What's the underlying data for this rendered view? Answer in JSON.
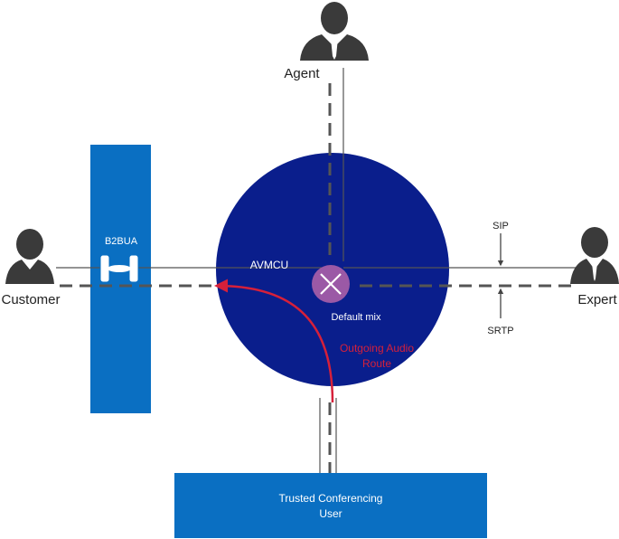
{
  "diagram": {
    "nodes": {
      "agent": {
        "label": "Agent"
      },
      "customer": {
        "label": "Customer"
      },
      "expert": {
        "label": "Expert"
      },
      "b2bua": {
        "label": "B2BUA"
      },
      "avmcu": {
        "label": "AVMCU"
      },
      "mix": {
        "label": "Default mix"
      },
      "tcu": {
        "line1": "Trusted Conferencing",
        "line2": "User"
      }
    },
    "annotations": {
      "sip": "SIP",
      "srtp": "SRTP",
      "route_line1": "Outgoing Audio",
      "route_line2": "Route"
    },
    "colors": {
      "mcu": "#0a1e8c",
      "blue_box": "#0a6fc2",
      "mix": "#9b59a6",
      "route": "#d6203a",
      "person": "#3a3a3a",
      "line": "#555555"
    }
  }
}
